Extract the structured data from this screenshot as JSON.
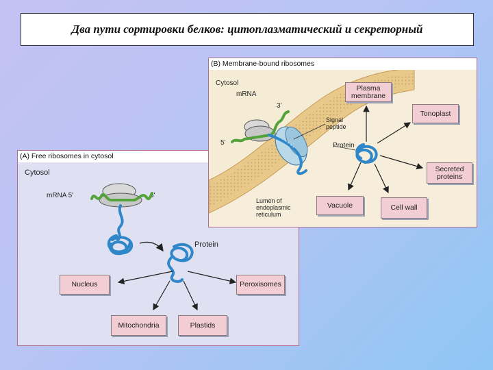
{
  "title": "Два пути сортировки белков: цитоплазматический и секреторный",
  "panel_a": {
    "header": "(A)  Free ribosomes in cytosol",
    "cytosol": "Cytosol",
    "mrna5": "mRNA 5'",
    "three_prime": "3'",
    "protein": "Protein",
    "boxes": [
      "Nucleus",
      "Peroxisomes",
      "Mitochondria",
      "Plastids"
    ]
  },
  "panel_b": {
    "header": "(B)  Membrane-bound ribosomes",
    "cytosol": "Cytosol",
    "mrna": "mRNA",
    "three_prime": "3'",
    "five_prime": "5'",
    "signal_peptide": "Signal peptide",
    "protein": "Protein",
    "lumen": "Lumen of endoplasmic reticulum",
    "boxes": [
      "Plasma membrane",
      "Tonoplast",
      "Secreted proteins",
      "Vacuole",
      "Cell wall"
    ]
  },
  "colors": {
    "protein": "#2f86c8",
    "mrna": "#54a33a",
    "box_fill": "#f2cdd3",
    "membrane": "#e9c98a",
    "background_top": "#c4c2f4",
    "background_bottom": "#8fc6f4"
  }
}
